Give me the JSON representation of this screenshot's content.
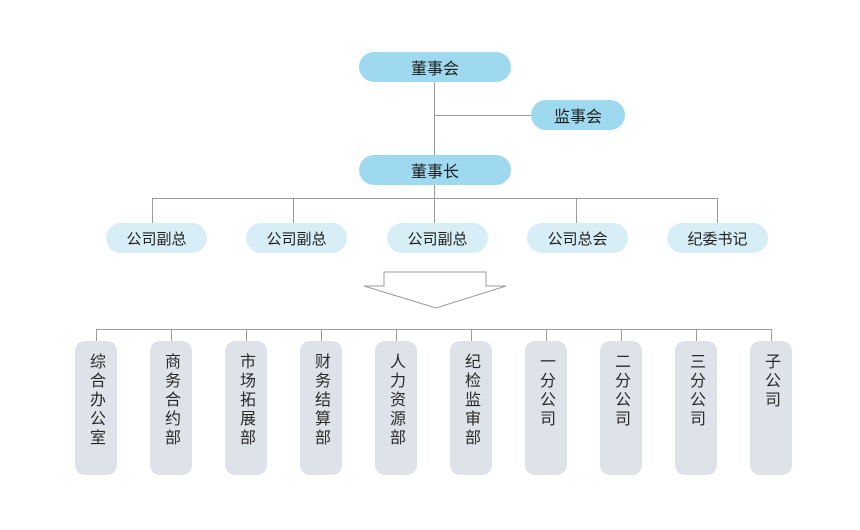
{
  "board": "董事会",
  "supervisory_board": "监事会",
  "chairman": "董事长",
  "executives": [
    "公司副总",
    "公司副总",
    "公司副总",
    "公司总会",
    "纪委书记"
  ],
  "departments": [
    "综合办公室",
    "商务合约部",
    "市场拓展部",
    "财务结算部",
    "人力资源部",
    "纪检监审部",
    "一分公司",
    "二分公司",
    "三分公司",
    "子公司"
  ],
  "colors": {
    "top_node": "#9fd9ef",
    "mid_node": "#d7eef6",
    "dept_node": "#dde3e8",
    "connector": "#9c9c9c"
  }
}
